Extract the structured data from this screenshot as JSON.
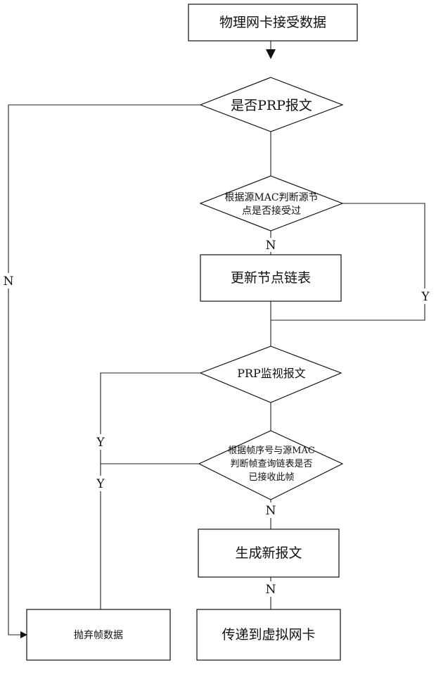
{
  "nodes": {
    "receive": "物理网卡接受数据",
    "is_prp": "是否PRP报文",
    "check_src_line1": "根据源MAC判断源节",
    "check_src_line2": "点是否接受过",
    "update_list": "更新节点链表",
    "prp_supervision": "PRP监视报文",
    "check_frame_line1": "根据帧序号与源MAC",
    "check_frame_line2": "判断帧查询链表是否",
    "check_frame_line3": "已接收此帧",
    "generate": "生成新报文",
    "discard": "抛弃帧数据",
    "forward": "传递到虚拟网卡"
  },
  "edge_labels": {
    "n_left": "N",
    "n_under_src_check": "N",
    "y_right": "Y",
    "y_upper_left": "Y",
    "y_lower_left": "Y",
    "n_under_frame_check": "N",
    "n_under_generate": "N"
  }
}
